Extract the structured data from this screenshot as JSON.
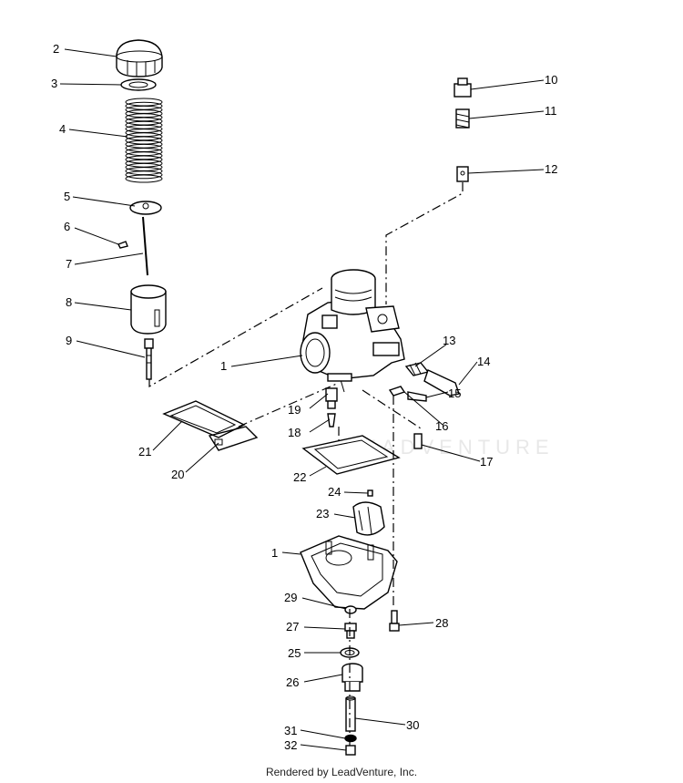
{
  "callouts": [
    {
      "id": "c2",
      "text": "2"
    },
    {
      "id": "c3",
      "text": "3"
    },
    {
      "id": "c4",
      "text": "4"
    },
    {
      "id": "c5",
      "text": "5"
    },
    {
      "id": "c6",
      "text": "6"
    },
    {
      "id": "c7",
      "text": "7"
    },
    {
      "id": "c8",
      "text": "8"
    },
    {
      "id": "c9",
      "text": "9"
    },
    {
      "id": "c10",
      "text": "10"
    },
    {
      "id": "c11",
      "text": "11"
    },
    {
      "id": "c12",
      "text": "12"
    },
    {
      "id": "c1a",
      "text": "1"
    },
    {
      "id": "c13",
      "text": "13"
    },
    {
      "id": "c14",
      "text": "14"
    },
    {
      "id": "c15",
      "text": "15"
    },
    {
      "id": "c16",
      "text": "16"
    },
    {
      "id": "c17",
      "text": "17"
    },
    {
      "id": "c19",
      "text": "19"
    },
    {
      "id": "c18",
      "text": "18"
    },
    {
      "id": "c21",
      "text": "21"
    },
    {
      "id": "c20",
      "text": "20"
    },
    {
      "id": "c22",
      "text": "22"
    },
    {
      "id": "c24",
      "text": "24"
    },
    {
      "id": "c23",
      "text": "23"
    },
    {
      "id": "c1b",
      "text": "1"
    },
    {
      "id": "c29",
      "text": "29"
    },
    {
      "id": "c28",
      "text": "28"
    },
    {
      "id": "c27",
      "text": "27"
    },
    {
      "id": "c25",
      "text": "25"
    },
    {
      "id": "c26",
      "text": "26"
    },
    {
      "id": "c30",
      "text": "30"
    },
    {
      "id": "c31",
      "text": "31"
    },
    {
      "id": "c32",
      "text": "32"
    }
  ],
  "watermark": "LEADVENTURE",
  "footer": "Rendered by LeadVenture, Inc."
}
